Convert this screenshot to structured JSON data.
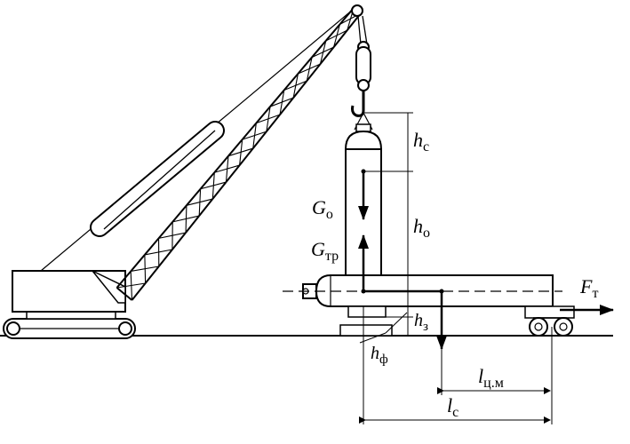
{
  "labels": {
    "h_c": {
      "main": "h",
      "sub": "с"
    },
    "h_o": {
      "main": "h",
      "sub": "о"
    },
    "h_z": {
      "main": "h",
      "sub": "з"
    },
    "h_f": {
      "main": "h",
      "sub": "ф"
    },
    "G_o": {
      "main": "G",
      "sub": "о"
    },
    "G_tr": {
      "main": "G",
      "sub": "тр"
    },
    "F_t": {
      "main": "F",
      "sub": "т"
    },
    "l_cm": {
      "main": "l",
      "sub": "ц.м"
    },
    "l_c": {
      "main": "l",
      "sub": "с"
    }
  },
  "colors": {
    "ink": "#000000",
    "paper": "#ffffff"
  }
}
